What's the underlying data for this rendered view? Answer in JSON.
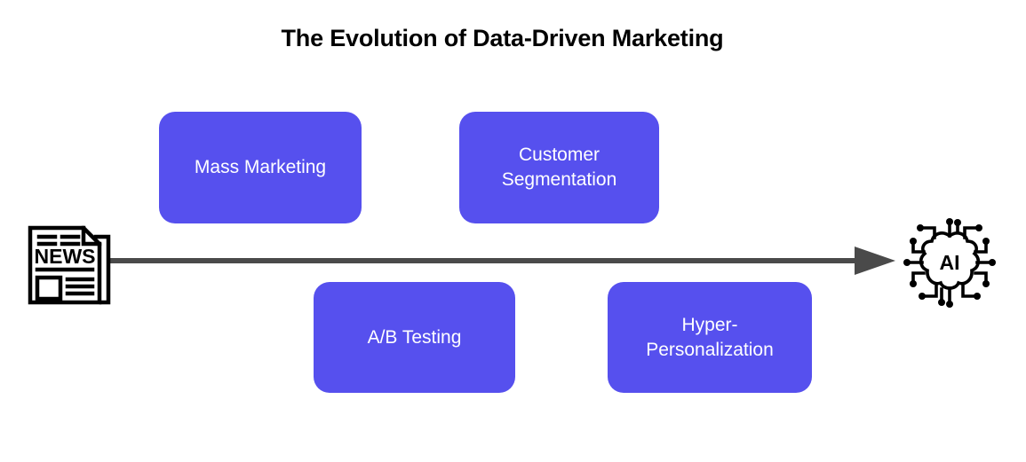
{
  "diagram": {
    "title": "The Evolution of Data-Driven Marketing",
    "background_color": "#ffffff",
    "accent_color": "#5650ee",
    "arrow_color": "#4a4a4a",
    "icon_color": "#000000",
    "text_color_on_accent": "#ffffff",
    "timeline": {
      "name": "evolution-timeline",
      "direction": "left-to-right",
      "start_icon": "newspaper-icon",
      "end_icon": "ai-brain-icon",
      "end_icon_label": "AI"
    },
    "stages": [
      {
        "id": "mass-marketing",
        "label": "Mass Marketing",
        "position": "above-line",
        "order": 1
      },
      {
        "id": "customer-segmentation",
        "label": "Customer\nSegmentation",
        "position": "above-line",
        "order": 2
      },
      {
        "id": "ab-testing",
        "label": "A/B Testing",
        "position": "below-line",
        "order": 3
      },
      {
        "id": "hyper-personalization",
        "label": "Hyper-\nPersonalization",
        "position": "below-line",
        "order": 4
      }
    ],
    "icons": {
      "start": {
        "name": "newspaper-icon",
        "text": "NEWS"
      },
      "end": {
        "name": "ai-brain-icon",
        "text": "AI"
      }
    }
  }
}
